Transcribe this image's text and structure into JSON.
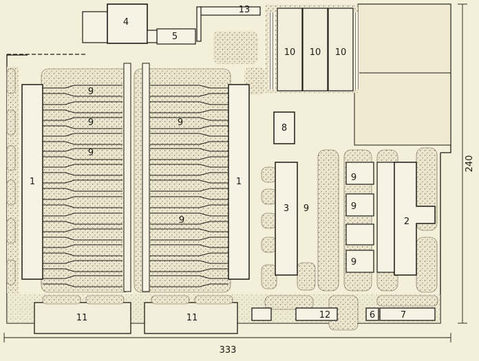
{
  "plan": {
    "labels": {
      "workshop": "1",
      "vat_hall": "2",
      "shed_3": "3",
      "gate_house": "4",
      "admin_block": "5",
      "unit_6": "6",
      "unit_7": "7",
      "unit_8": "8",
      "green_strip": "9",
      "reservoir": "10",
      "store": "11",
      "unit_12": "12",
      "gate_13": "13"
    },
    "dimensions": {
      "width": "333",
      "height": "240"
    },
    "colors": {
      "paper": "#f3efd9",
      "ink": "#1c1a14",
      "stipple_fill": "#e6e1c8",
      "building_fill": "#f6f3e4"
    }
  }
}
